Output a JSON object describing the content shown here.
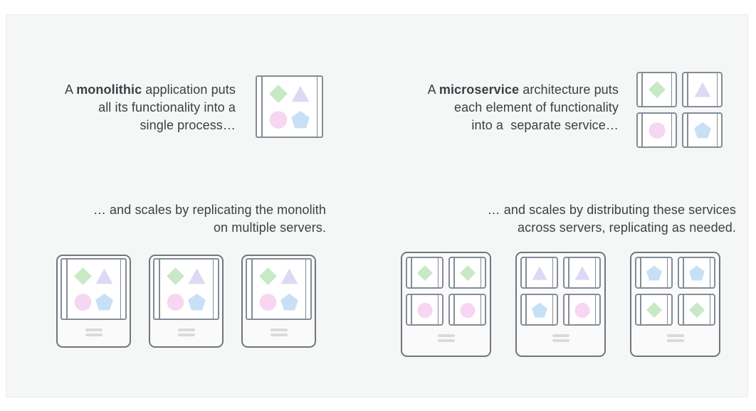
{
  "palette": {
    "shape_diamond": "#c9e9c6",
    "shape_triangle": "#dcd9f4",
    "shape_circle": "#f7d6f1",
    "shape_pentagon": "#c8e0f6",
    "box_border": "#858c95",
    "server_border": "#6f767f",
    "server_bg": "#fafafb",
    "box_bg": "#ffffff",
    "bar_color": "#d8dadc",
    "card_bg": "#f5f6f6",
    "card_border": "#ececec",
    "text_color": "#3c4045"
  },
  "captions": {
    "monolith_intro": {
      "lines": [
        {
          "segments": [
            {
              "text": "A "
            },
            {
              "text": "monolithic",
              "bold": true
            },
            {
              "text": " application puts"
            }
          ]
        },
        {
          "segments": [
            {
              "text": "all its functionality into a"
            }
          ]
        },
        {
          "segments": [
            {
              "text": "single process…"
            }
          ]
        }
      ]
    },
    "microservice_intro": {
      "lines": [
        {
          "segments": [
            {
              "text": "A "
            },
            {
              "text": "microservice",
              "bold": true
            },
            {
              "text": " architecture puts"
            }
          ]
        },
        {
          "segments": [
            {
              "text": "each element of functionality"
            }
          ]
        },
        {
          "segments": [
            {
              "text": "into a  separate service…"
            }
          ]
        }
      ]
    },
    "monolith_scale": {
      "lines": [
        {
          "segments": [
            {
              "text": "… and scales by replicating the monolith"
            }
          ]
        },
        {
          "segments": [
            {
              "text": "on multiple servers."
            }
          ]
        }
      ]
    },
    "microservice_scale": {
      "lines": [
        {
          "segments": [
            {
              "text": "… and scales by distributing these services"
            }
          ]
        },
        {
          "segments": [
            {
              "text": "across servers, replicating as needed."
            }
          ]
        }
      ]
    }
  },
  "figures": {
    "monolith_figure": {
      "shapes": [
        "diamond",
        "triangle",
        "circle",
        "pentagon"
      ]
    },
    "microservices_figure": {
      "shapes": [
        "diamond",
        "triangle",
        "circle",
        "pentagon"
      ]
    },
    "monolith_servers": [
      {
        "shapes": [
          "diamond",
          "triangle",
          "circle",
          "pentagon"
        ]
      },
      {
        "shapes": [
          "diamond",
          "triangle",
          "circle",
          "pentagon"
        ]
      },
      {
        "shapes": [
          "diamond",
          "triangle",
          "circle",
          "pentagon"
        ]
      }
    ],
    "microservice_servers": [
      {
        "shapes": [
          "diamond",
          "diamond",
          "circle",
          "circle"
        ]
      },
      {
        "shapes": [
          "triangle",
          "triangle",
          "pentagon",
          "circle"
        ]
      },
      {
        "shapes": [
          "pentagon",
          "pentagon",
          "diamond",
          "diamond"
        ]
      }
    ]
  }
}
